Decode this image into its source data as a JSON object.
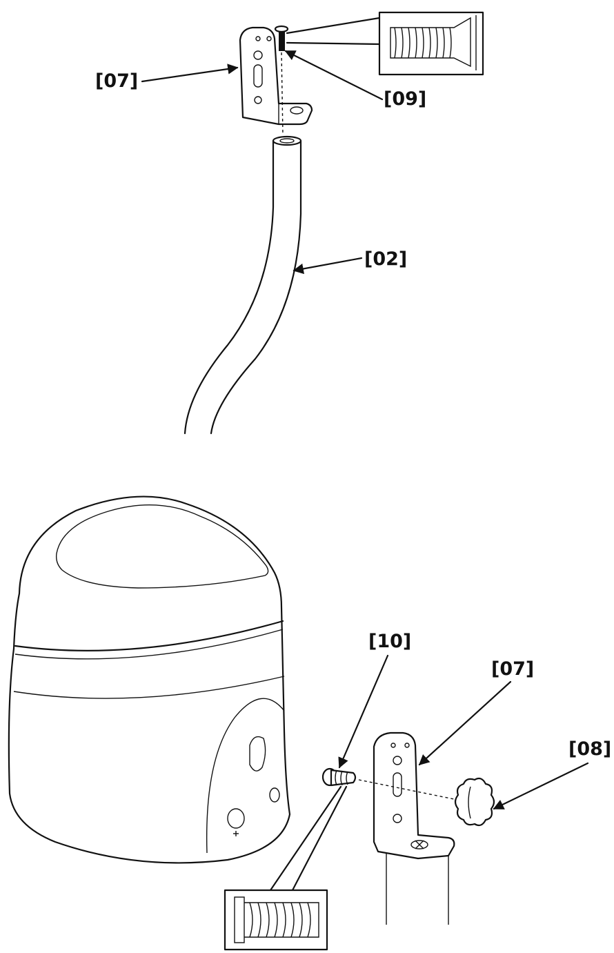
{
  "callouts": {
    "top_bracket": "[07]",
    "top_screw": "[09]",
    "tube": "[02]",
    "side_screw": "[10]",
    "side_bracket": "[07]",
    "knob": "[08]"
  },
  "colors": {
    "line": "#111111",
    "background": "#ffffff"
  },
  "icons": [
    "bracket-icon",
    "screw-icon",
    "tube-icon",
    "speaker-icon",
    "knob-icon"
  ]
}
